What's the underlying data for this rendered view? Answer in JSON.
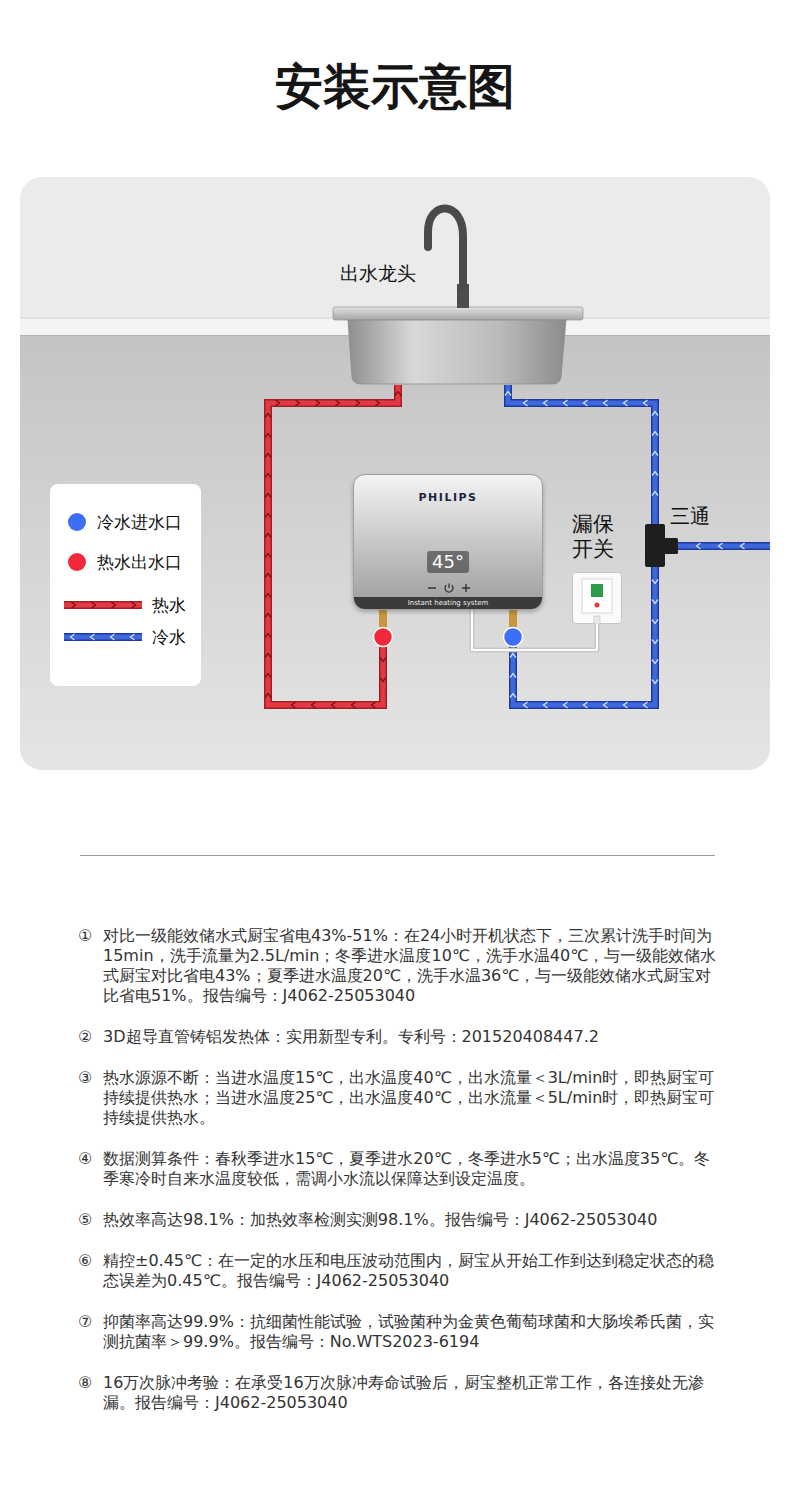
{
  "diagram": {
    "title": "安装示意图",
    "nodes": [
      {
        "text": [
          "出水龙头"
        ]
      },
      {
        "text": [
          "PHILIPS",
          "45°",
          "Instant heating system"
        ]
      },
      {
        "text": [
          "漏保开关"
        ]
      },
      {
        "text": [
          "三通"
        ]
      }
    ],
    "edges": [
      {
        "from": 1,
        "to": 0,
        "arrow": "to"
      },
      {
        "from": 3,
        "to": 0,
        "arrow": "to"
      },
      {
        "from": 3,
        "to": 1,
        "arrow": "to"
      },
      {
        "from": 1,
        "to": 2,
        "arrow": "none"
      }
    ],
    "labels": [
      "①",
      "对比一级能效储水式厨宝省电43%-51%：在24小时开机状态下，三次累计洗手时间为15min，洗手流量为2.5L/min；冬季进水温度10℃，洗手水温40℃，与一级能效储水式厨宝对比省电43%；夏季进水温度20℃，洗手水温36℃，与一级能效储水式厨宝对比省电51%。报告编号：J4062-25053040",
      "②",
      "3D超导直管铸铝发热体：实用新型专利。专利号：201520408447.2",
      "③",
      "热水源源不断：当进水温度15℃，出水温度40℃，出水流量＜3L/min时，即热厨宝可持续提供热水；当进水温度25℃，出水温度40℃，出水流量＜5L/min时，即热厨宝可持续提供热水。",
      "④",
      "数据测算条件：春秋季进水15℃，夏季进水20℃，冬季进水5℃；出水温度35℃。冬季寒冷时自来水温度较低，需调小水流以保障达到设定温度。",
      "⑤",
      "热效率高达98.1%：加热效率检测实测98.1%。报告编号：J4062-25053040",
      "⑥",
      "精控±0.45℃：在一定的水压和电压波动范围内，厨宝从开始工作到达到稳定状态的稳态误差为0.45℃。报告编号：J4062-25053040",
      "⑦",
      "抑菌率高达99.9%：抗细菌性能试验，试验菌种为金黄色葡萄球菌和大肠埃希氏菌，实测抗菌率＞99.9%。报告编号：No.WTS2023-6194",
      "⑧",
      "16万次脉冲考验：在承受16万次脉冲寿命试验后，厨宝整机正常工作，各连接处无渗漏。报告编号：J4062-25053040"
    ],
    "legend": [
      {
        "text": "冷水进水口",
        "color": "#3d6ef5"
      },
      {
        "text": "热水出水口",
        "color": "#f2283c"
      },
      {
        "text": "热水"
      },
      {
        "text": "冷水"
      }
    ]
  }
}
